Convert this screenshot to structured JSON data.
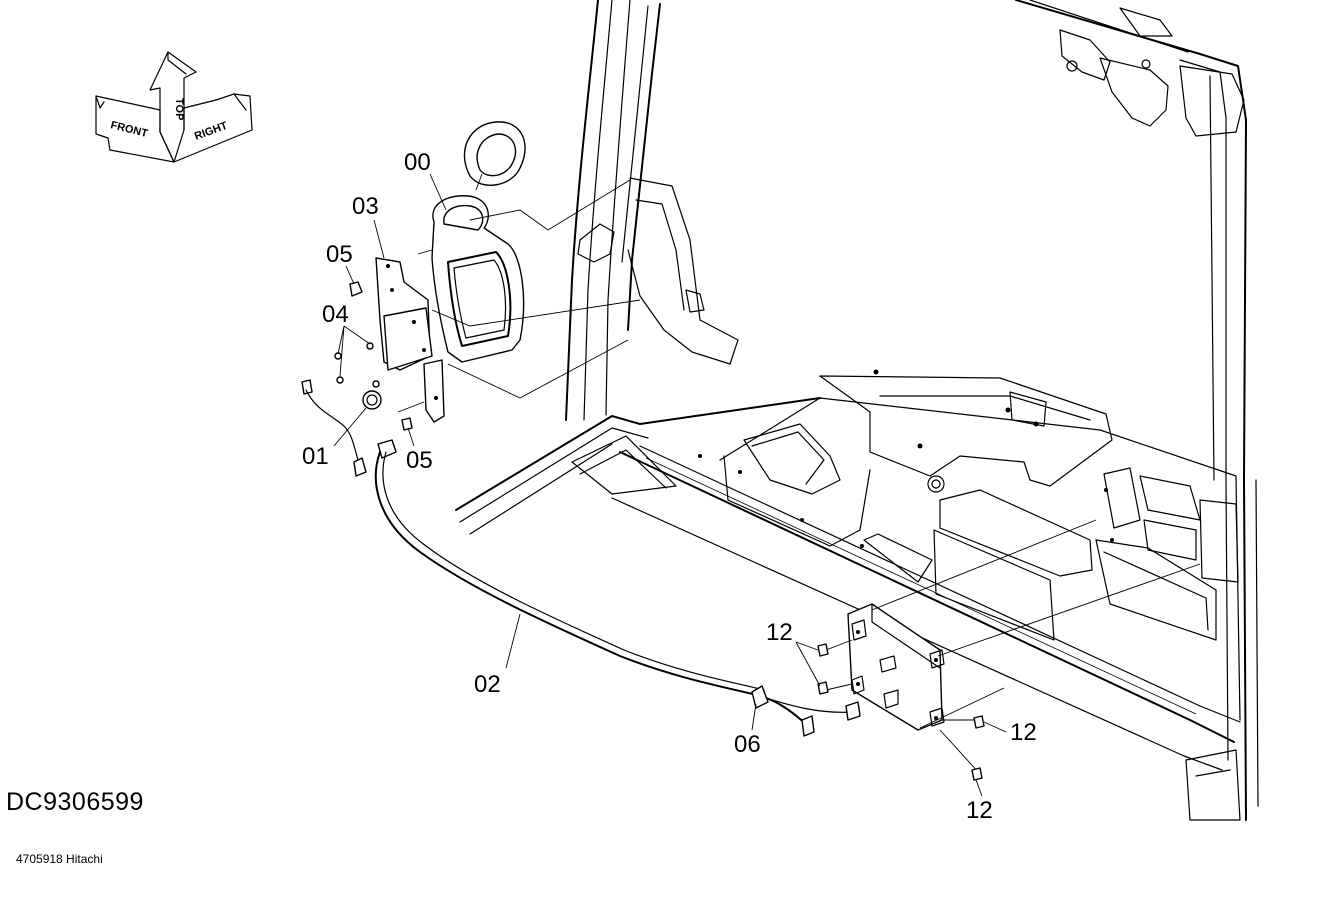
{
  "orientation_labels": {
    "front": "FRONT",
    "top": "TOP",
    "right": "RIGHT"
  },
  "callouts": {
    "c00": "00",
    "c01": "01",
    "c02": "02",
    "c03": "03",
    "c04": "04",
    "c05a": "05",
    "c05b": "05",
    "c06": "06",
    "c12a": "12",
    "c12b": "12",
    "c12c": "12"
  },
  "drawing_code": "DC9306599",
  "footer_credit": "4705918 Hitachi"
}
